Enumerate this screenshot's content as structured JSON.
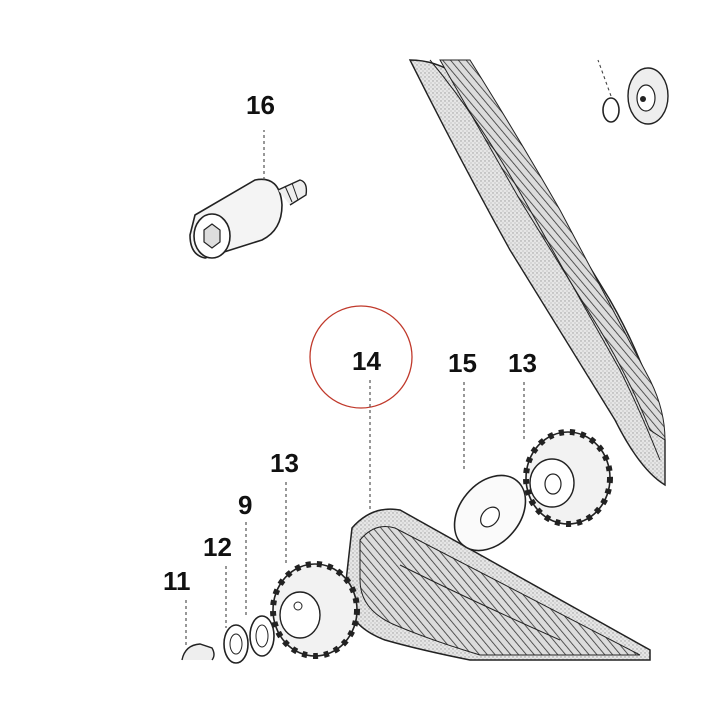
{
  "colors": {
    "highlight_circle": "#c0392b",
    "line": "#222222",
    "belt_fill": "#d4d4d4",
    "background": "#ffffff"
  },
  "parts": {
    "p16": "16",
    "p14": "14",
    "p15": "15",
    "p13a": "13",
    "p13b": "13",
    "p9": "9",
    "p12": "12",
    "p11": "11"
  }
}
